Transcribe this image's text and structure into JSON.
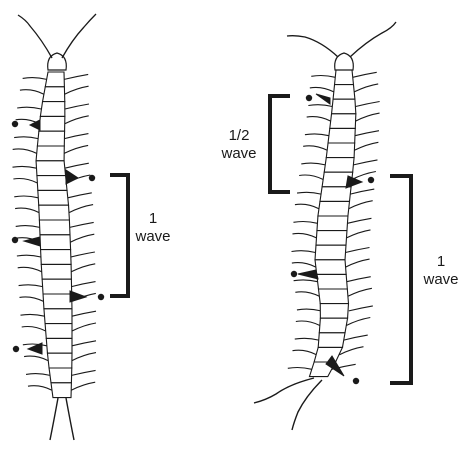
{
  "diagram": {
    "left_centipede": {
      "wave_label_number": "1",
      "wave_label_word": "wave"
    },
    "right_centipede": {
      "half_wave_number": "1/2",
      "half_wave_word": "wave",
      "full_wave_number": "1",
      "full_wave_word": "wave"
    }
  },
  "colors": {
    "ink": "#1a1a1a",
    "background": "#ffffff"
  }
}
